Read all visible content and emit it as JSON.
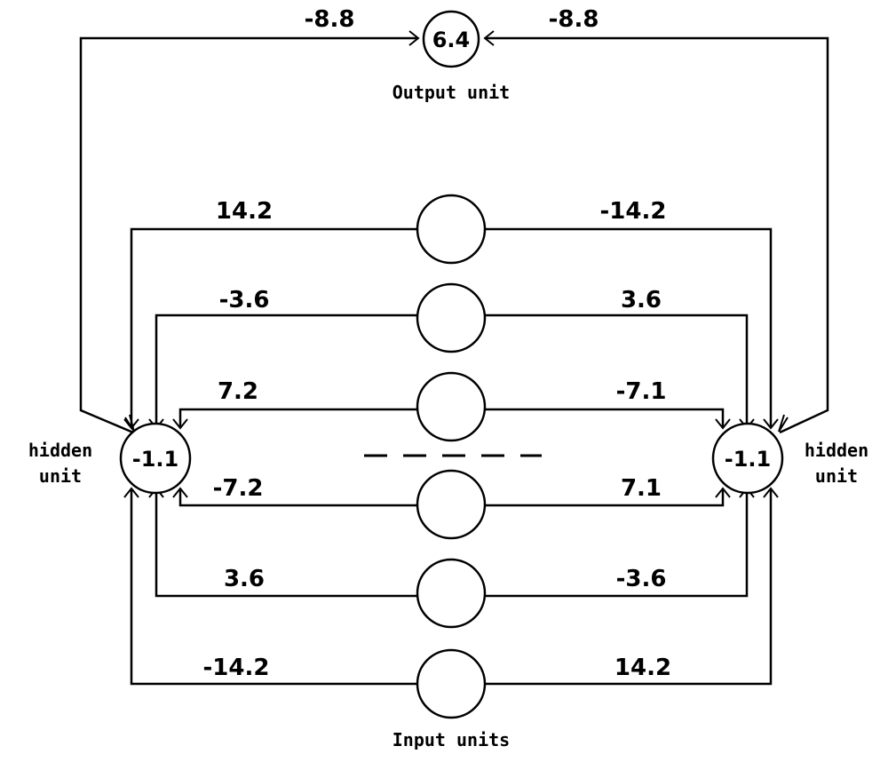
{
  "output_unit": {
    "value": "6.4",
    "label": "Output unit"
  },
  "hidden_left": {
    "value": "-1.1",
    "label_line1": "hidden",
    "label_line2": "unit"
  },
  "hidden_right": {
    "value": "-1.1",
    "label_line1": "hidden",
    "label_line2": "unit"
  },
  "input_units_label": "Input units",
  "output_weights": {
    "left": "-8.8",
    "right": "-8.8"
  },
  "input_weights": [
    {
      "left": "14.2",
      "right": "-14.2"
    },
    {
      "left": "-3.6",
      "right": "3.6"
    },
    {
      "left": "7.2",
      "right": "-7.1"
    },
    {
      "left": "-7.2",
      "right": "7.1"
    },
    {
      "left": "3.6",
      "right": "-3.6"
    },
    {
      "left": "-14.2",
      "right": "14.2"
    }
  ]
}
